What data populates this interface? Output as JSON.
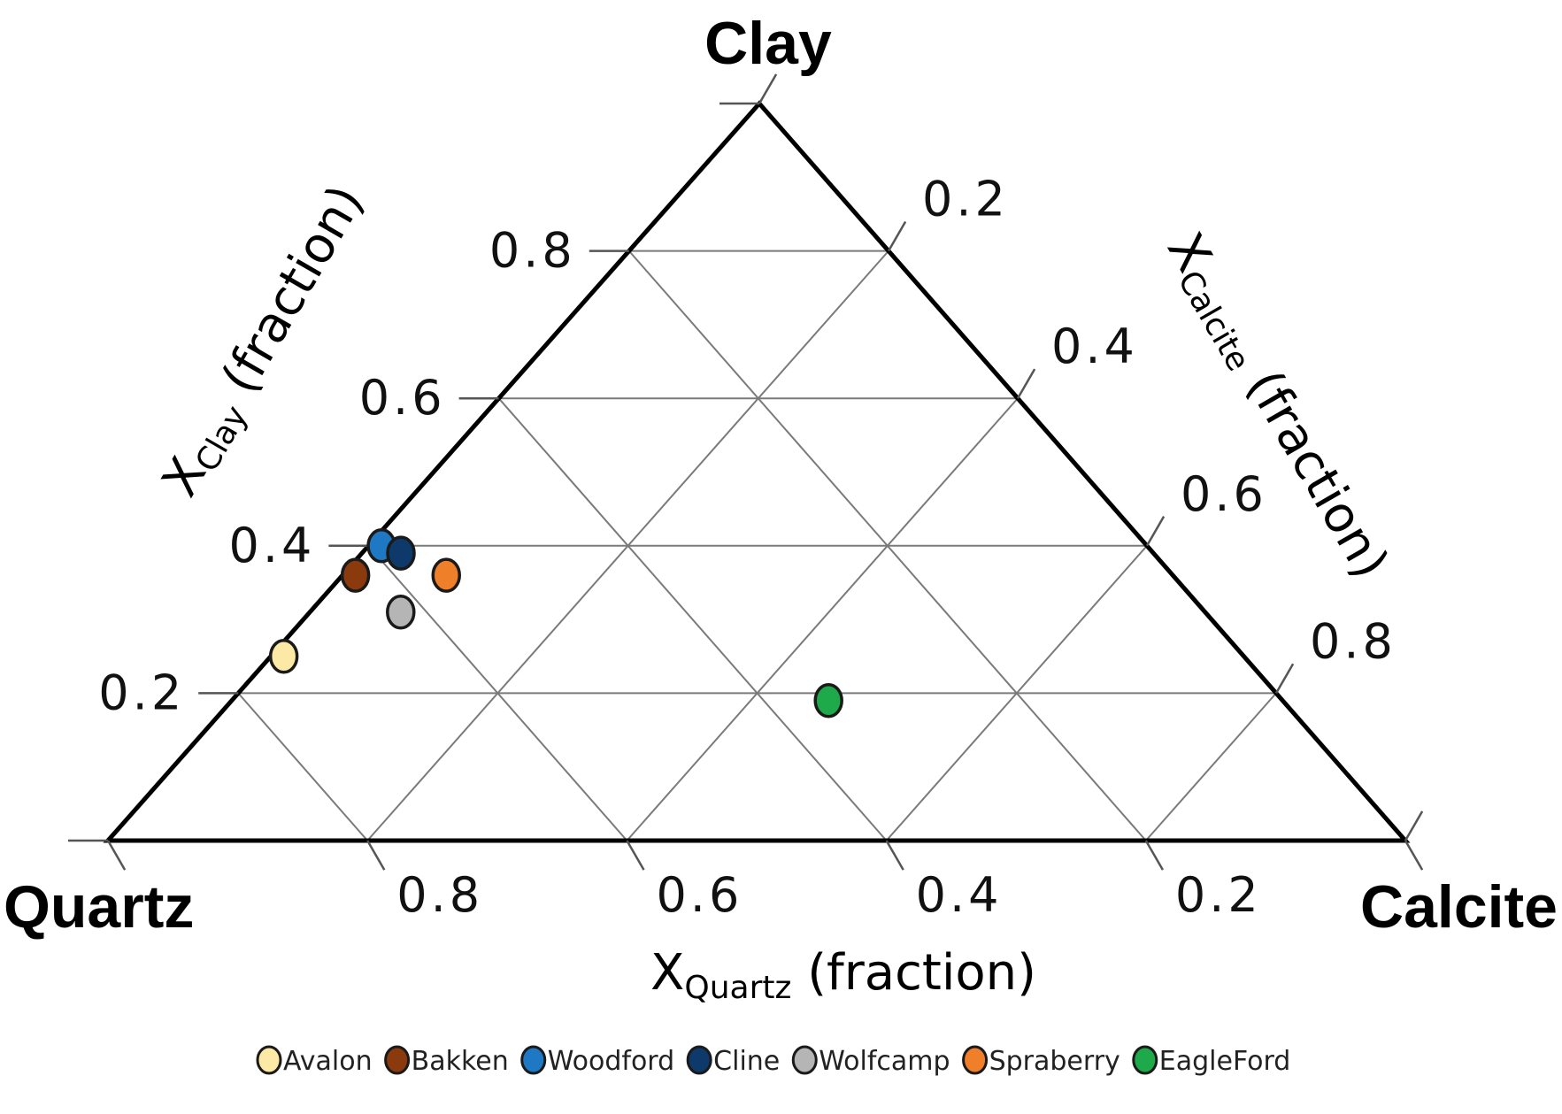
{
  "chart_data": {
    "type": "scatter",
    "subtype": "ternary",
    "vertices": {
      "top": "Clay",
      "left": "Quartz",
      "right": "Calcite"
    },
    "axes": {
      "clay": {
        "title_main": "X",
        "title_sub": "Clay",
        "title_tail": " (fraction)",
        "ticks": [
          0.2,
          0.4,
          0.6,
          0.8
        ],
        "tick_labels": [
          "0.2",
          "0.4",
          "0.6",
          "0.8"
        ]
      },
      "calcite": {
        "title_main": "X",
        "title_sub": "Calcite",
        "title_tail": " (fraction)",
        "ticks": [
          0.2,
          0.4,
          0.6,
          0.8
        ],
        "tick_labels": [
          "0.2",
          "0.4",
          "0.6",
          "0.8"
        ]
      },
      "quartz": {
        "title_main": "X",
        "title_sub": "Quartz",
        "title_tail": " (fraction)",
        "ticks": [
          0.8,
          0.6,
          0.4,
          0.2
        ],
        "tick_labels": [
          "0.8",
          "0.6",
          "0.4",
          "0.2"
        ]
      }
    },
    "grid": true,
    "grid_step": 0.2,
    "legend_position": "bottom",
    "series": [
      {
        "name": "Avalon",
        "color": "#fde9a6",
        "clay": 0.25,
        "calcite": 0.01
      },
      {
        "name": "Bakken",
        "color": "#8b3a0e",
        "clay": 0.36,
        "calcite": 0.01
      },
      {
        "name": "Woodford",
        "color": "#1f78c4",
        "clay": 0.4,
        "calcite": 0.01
      },
      {
        "name": "Cline",
        "color": "#0d3a6b",
        "clay": 0.39,
        "calcite": 0.03
      },
      {
        "name": "Wolfcamp",
        "color": "#b5b5b5",
        "clay": 0.31,
        "calcite": 0.07
      },
      {
        "name": "Spraberry",
        "color": "#f07f2a",
        "clay": 0.36,
        "calcite": 0.08
      },
      {
        "name": "EagleFord",
        "color": "#1eaa4a",
        "clay": 0.19,
        "calcite": 0.46
      }
    ]
  }
}
